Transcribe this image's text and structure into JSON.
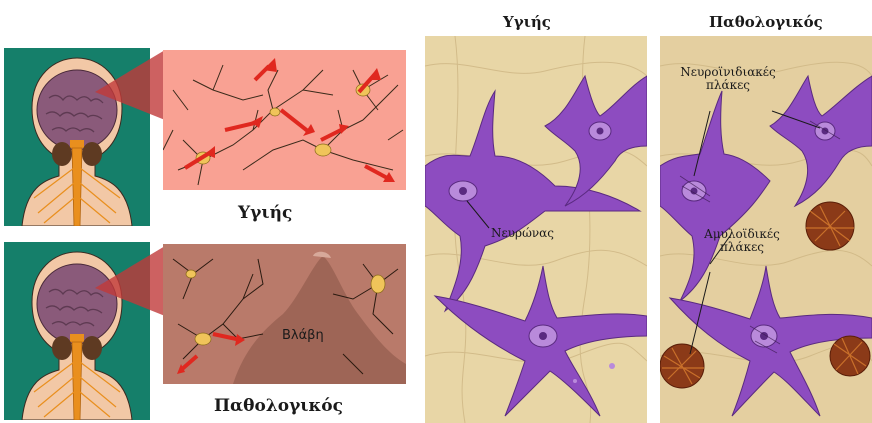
{
  "left": {
    "healthy_caption": "Υγιής",
    "pathological_caption": "Παθολογικός",
    "damage_label": "Βλάβη"
  },
  "right": {
    "healthy_title": "Υγιής",
    "pathological_title": "Παθολογικός",
    "neuron_label": "Νευρώνας",
    "tangles_label_line1": "Νευροϊνιδιακές",
    "tangles_label_line2": "πλάκες",
    "amyloid_label_line1": "Αμυλοϊδικές",
    "amyloid_label_line2": "πλάκες"
  },
  "colors": {
    "teal": "#157f6a",
    "skin": "#f2c8a6",
    "brain": "#8a5a7a",
    "spine": "#e98f1e",
    "healthy_bg": "#f9a193",
    "pathological_bg": "#b97a6a",
    "tissue": "#e8d6a6",
    "neuron": "#8d4cc0",
    "plaque": "#8b3a18",
    "arrow": "#e0281f"
  }
}
